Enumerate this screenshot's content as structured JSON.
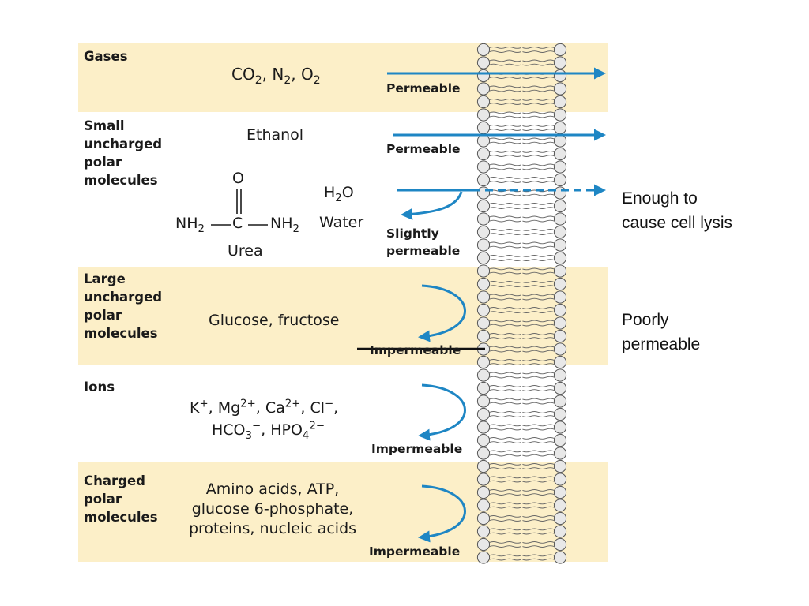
{
  "categories": {
    "gases": "Gases",
    "small_uncharged_polar": [
      "Small",
      "uncharged",
      "polar",
      "molecules"
    ],
    "large_uncharged_polar": [
      "Large",
      "uncharged",
      "polar",
      "molecules"
    ],
    "ions": "Ions",
    "charged_polar": [
      "Charged",
      "polar",
      "molecules"
    ]
  },
  "molecules": {
    "gases": {
      "co": "CO",
      "co_sub": "2",
      "n": ", N",
      "n_sub": "2",
      "o": ", O",
      "o_sub": "2"
    },
    "ethanol": "Ethanol",
    "urea_o": "O",
    "urea_nh_left": "NH",
    "urea_sub_left": "2",
    "urea_c": "C",
    "urea_nh_right": "NH",
    "urea_sub_right": "2",
    "urea_name": "Urea",
    "water_h": "H",
    "water_sub": "2",
    "water_o": "O",
    "water_name": "Water",
    "large": "Glucose, fructose",
    "ions_line1": {
      "k": "K",
      "k_sup": "+",
      "mg": ", Mg",
      "mg_sup": "2+",
      "ca": ", Ca",
      "ca_sup": "2+",
      "cl": ", Cl",
      "cl_sup": "−",
      "end": ","
    },
    "ions_line2": {
      "hco": "HCO",
      "hco_sub": "3",
      "hco_sup": "−",
      "hpo": ", HPO",
      "hpo_sub": "4",
      "hpo_sup": "2−"
    },
    "charged": [
      "Amino acids, ATP,",
      "glucose 6-phosphate,",
      "proteins, nucleic acids"
    ]
  },
  "permeability": {
    "gases": "Permeable",
    "ethanol": "Permeable",
    "water_urea": [
      "Slightly",
      "permeable"
    ],
    "large": "Impermeable",
    "ions": "Impermeable",
    "charged": "Impermeable"
  },
  "annotations": {
    "lysis": [
      "Enough to",
      "cause cell lysis"
    ],
    "poorly": [
      "Poorly",
      "permeable"
    ]
  },
  "colors": {
    "band": "#fcefc8",
    "arrow": "#1e86c4",
    "text": "#1a1a1a",
    "bilayer_head": "#e8e8e8"
  }
}
